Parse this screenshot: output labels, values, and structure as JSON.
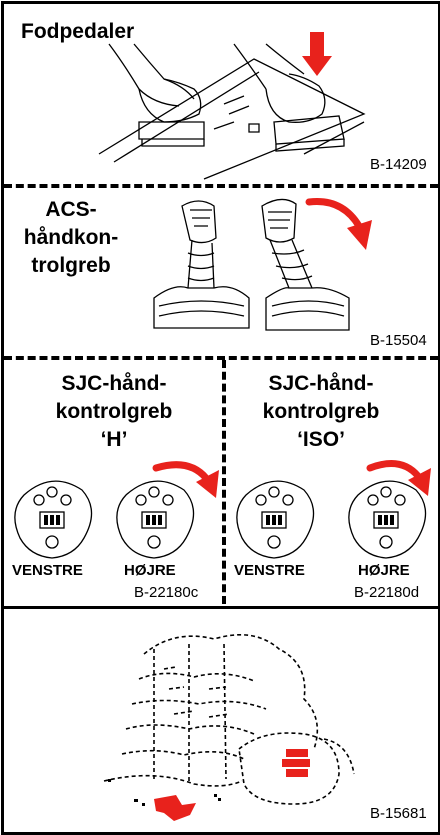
{
  "panel1": {
    "title": "Fodpedaler",
    "ref": "B-14209"
  },
  "panel2": {
    "title_lines": [
      "ACS-",
      "håndkon-",
      "trolgreb"
    ],
    "ref": "B-15504"
  },
  "panel3": {
    "left": {
      "title_lines": [
        "SJC-hånd-",
        "kontrolgreb",
        "‘H’"
      ],
      "label_left": "VENSTRE",
      "label_right": "HØJRE",
      "ref": "B-22180c"
    },
    "right": {
      "title_lines": [
        "SJC-hånd-",
        "kontrolgreb",
        "‘ISO’"
      ],
      "label_left": "VENSTRE",
      "label_right": "HØJRE",
      "ref": "B-22180d"
    }
  },
  "panel4": {
    "ref": "B-15681"
  },
  "colors": {
    "accent_red": "#e8221c",
    "ink": "#000000"
  }
}
